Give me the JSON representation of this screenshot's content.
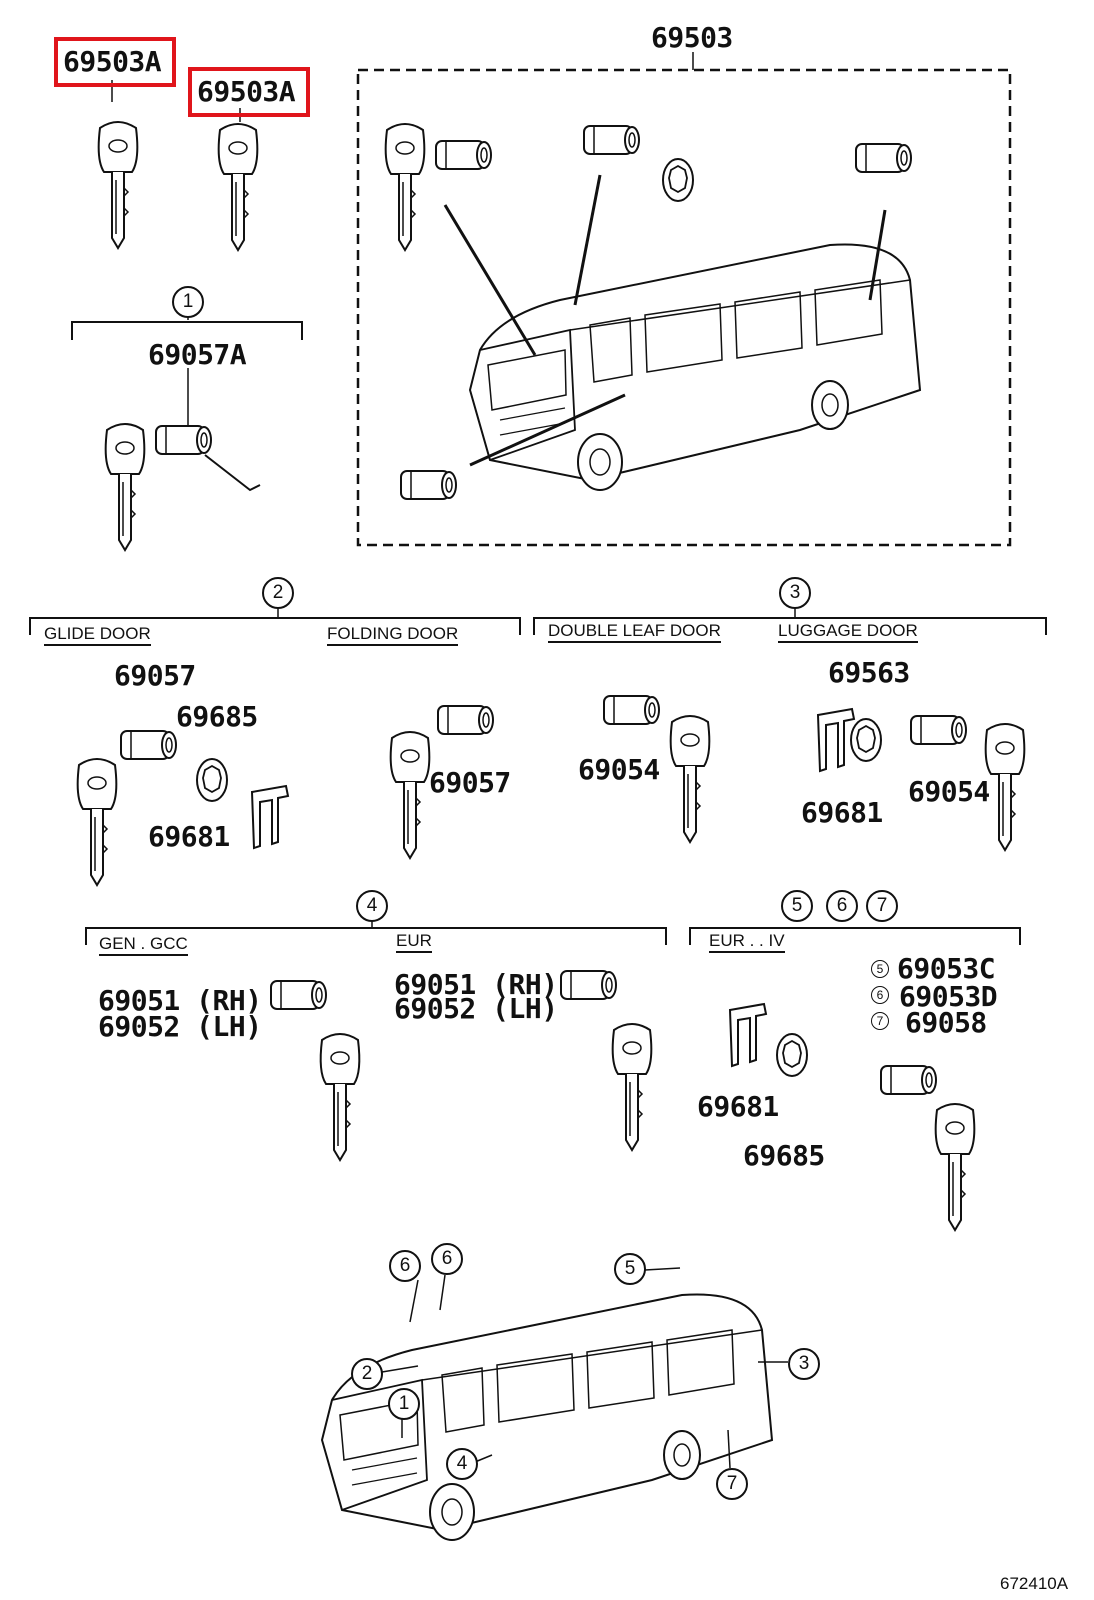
{
  "highlight_color": "#e0151b",
  "parts": {
    "key_a1": "69503A",
    "key_a2": "69503A",
    "set_main": "69503",
    "cyl_1": "69057A",
    "glide_cyl": "69057",
    "glide_ring": "69685",
    "glide_clip": "69681",
    "fold_cyl": "69057",
    "dl_cyl": "69054",
    "lug_ring": "69563",
    "lug_clip": "69681",
    "lug_cyl": "69054",
    "gen_rh": "69051 (RH)",
    "gen_lh": "69052 (LH)",
    "eur_rh": "69051 (RH)",
    "eur_lh": "69052 (LH)",
    "c5_part": "69053C",
    "c6_part": "69053D",
    "c7_part": "69058",
    "eur4_clip": "69681",
    "eur4_ring": "69685"
  },
  "callouts": {
    "c1": "1",
    "c2": "2",
    "c3": "3",
    "c4": "4",
    "c5": "5",
    "c6": "6",
    "c7": "7"
  },
  "sections": {
    "glide_door": "GLIDE DOOR",
    "folding_door": "FOLDING DOOR",
    "double_leaf_door": "DOUBLE LEAF DOOR",
    "luggage_door": "LUGGAGE DOOR",
    "gen_gcc": "GEN . GCC",
    "eur": "EUR",
    "eur_iv": "EUR . . IV"
  },
  "diagram_code": "672410A"
}
